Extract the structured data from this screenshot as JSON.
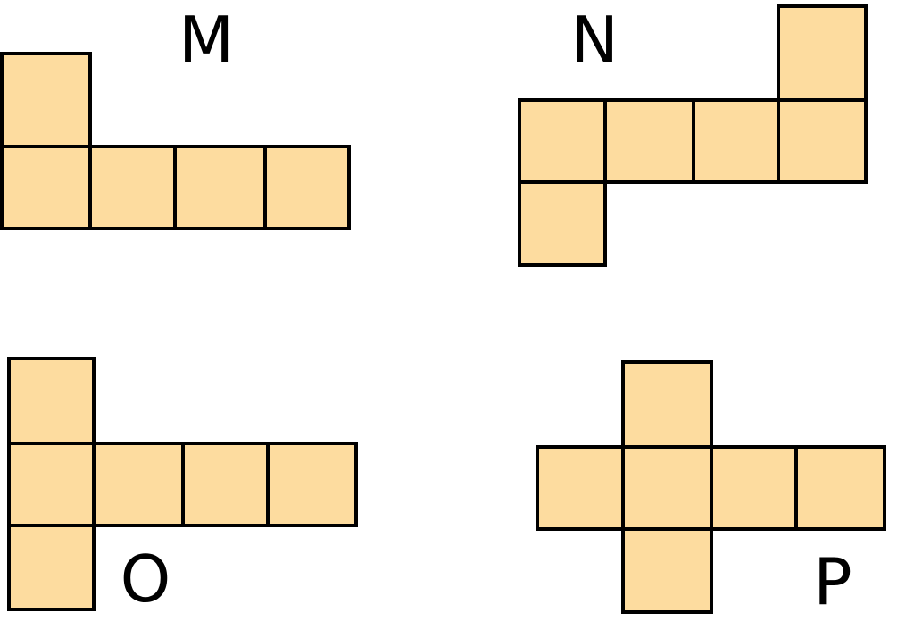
{
  "colors": {
    "cell_fill": "#fddc9f",
    "cell_stroke": "#000000",
    "label": "#000000",
    "background": "#ffffff"
  },
  "nets": [
    {
      "id": "m",
      "label": "M",
      "cell_count": 5
    },
    {
      "id": "n",
      "label": "N",
      "cell_count": 6
    },
    {
      "id": "o",
      "label": "O",
      "cell_count": 6
    },
    {
      "id": "p",
      "label": "P",
      "cell_count": 6
    }
  ]
}
